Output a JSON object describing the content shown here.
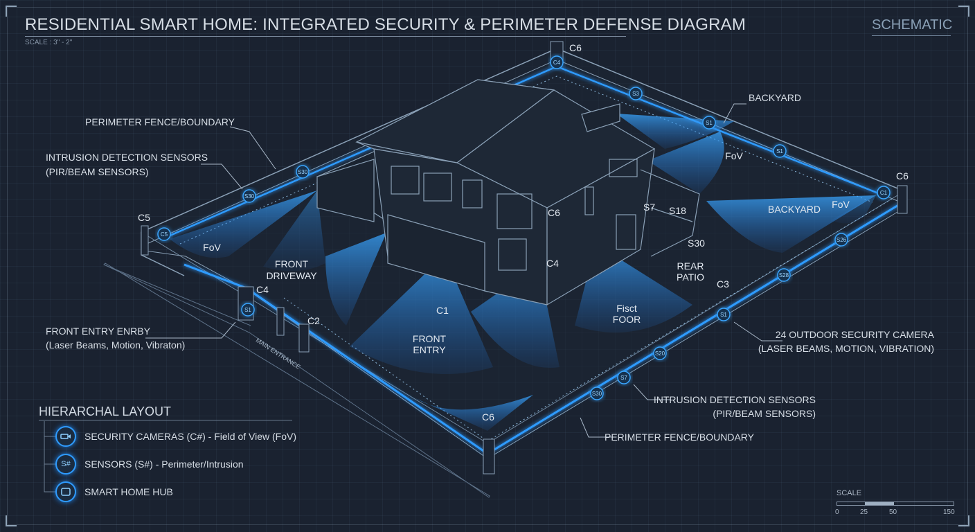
{
  "header": {
    "title": "RESIDENTIAL SMART HOME: INTEGRATED SECURITY & PERIMETER DEFENSE DIAGRAM",
    "scale_note": "SCALE :  3\" - 2\"",
    "badge": "SCHEMATIC"
  },
  "callouts": {
    "perimeter_fence_top": "PERIMETER FENCE/BOUNDARY",
    "intrusion_left_1": "INTRUSION DETECTION SENSORS",
    "intrusion_left_2": "(PIR/BEAM SENSORS)",
    "front_entry_1": "FRONT ENTRY ENRBY",
    "front_entry_2": "(Laser Beams, Motion, Vibraton)",
    "backyard_top": "BACKYARD",
    "outdoor_camera_1": "24 OUTDOOR SECURITY CAMERA",
    "outdoor_camera_2": "(LASER BEAMS, MOTION, VIBRATION)",
    "intrusion_right_1": "INTRUSION DETECTION SENSORS",
    "intrusion_right_2": "(PIR/BEAM SENSORS)",
    "perimeter_fence_bottom": "PERIMETER FENCE/BOUNDARY"
  },
  "zones": {
    "fov_left": "FoV",
    "front_driveway_1": "FRONT",
    "front_driveway_2": "DRIVEWAY",
    "front_entry_1": "FRONT",
    "front_entry_2": "ENTRY",
    "first_floor_1": "Fisct",
    "first_floor_2": "FOOR",
    "rear_patio_1": "REAR",
    "rear_patio_2": "PATIO",
    "backyard": "BACKYARD",
    "fov_back_1": "FoV",
    "fov_back_2": "FoV",
    "main_entrance": "MAIN ENTRANCE"
  },
  "device_labels": {
    "c6_top": "C6",
    "c6_right": "C6",
    "c5": "C5",
    "c4_gate": "C4",
    "c2": "C2",
    "c1": "C1",
    "c4_house": "C4",
    "c6_house": "C6",
    "c3": "C3",
    "c6_front": "C6",
    "s7": "S7",
    "s18": "S18",
    "s30": "S30"
  },
  "markers": {
    "c4_top": "C4",
    "s3_top": "S3",
    "s1_back_a": "S1",
    "s1_back_b": "S1",
    "c1_right": "C1",
    "s30_left_a": "S30",
    "s30_left_b": "S30",
    "c5_marker": "C5",
    "s1_gate": "S1",
    "s26": "S26",
    "s28": "S28",
    "s1_right": "S1",
    "s20": "S20",
    "s7_front": "S7",
    "s30_front": "S30"
  },
  "legend": {
    "title": "HIERARCHAL LAYOUT",
    "items": [
      {
        "icon": "camera-icon",
        "glyph": "",
        "label": "SECURITY CAMERAS (C#) - Field of View (FoV)"
      },
      {
        "icon": "sensor-icon",
        "glyph": "S#",
        "label": "SENSORS (S#) - Perimeter/Intrusion"
      },
      {
        "icon": "hub-icon",
        "glyph": "",
        "label": "SMART HOME HUB"
      }
    ]
  },
  "scale_bar": {
    "title": "SCALE",
    "ticks": [
      "0",
      "25",
      "50",
      "150"
    ]
  },
  "colors": {
    "background": "#1a2230",
    "glow": "#2f9bff",
    "line": "#8fa4b8",
    "text": "#d7dee6"
  }
}
